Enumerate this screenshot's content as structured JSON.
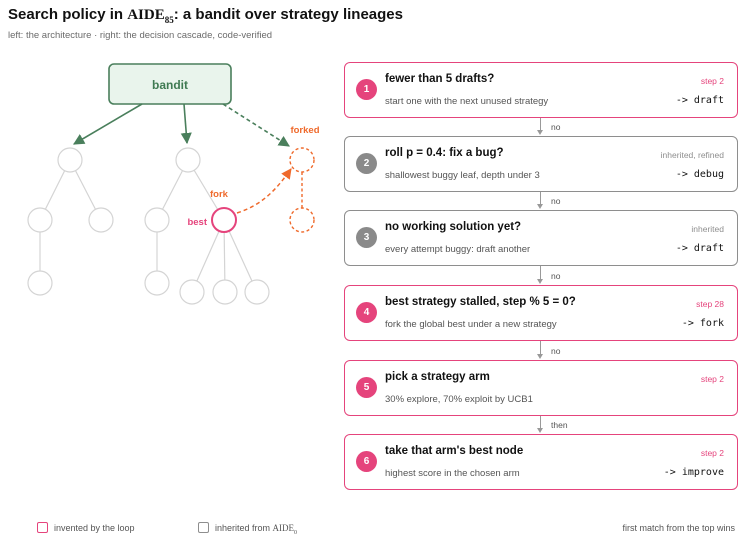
{
  "header": {
    "title_prefix": "Search policy in ",
    "title_system": "AIDE",
    "title_system_sub": "85",
    "title_suffix": ": a bandit over strategy lineages",
    "subtitle": "left: the architecture · right: the decision cascade, code-verified"
  },
  "diagram": {
    "bandit_label": "bandit",
    "forked_label": "forked",
    "fork_label": "fork",
    "best_label": "best"
  },
  "cascade": [
    {
      "num": "1",
      "title": "fewer than 5 drafts?",
      "tag": "step 2",
      "desc": "start one with the next unused strategy",
      "action": "-> draft",
      "kind": "invented"
    },
    {
      "num": "2",
      "title": "roll p = 0.4: fix a bug?",
      "tag": "inherited, refined",
      "desc": "shallowest buggy leaf, depth under 3",
      "action": "-> debug",
      "kind": "inherited"
    },
    {
      "num": "3",
      "title": "no working solution yet?",
      "tag": "inherited",
      "desc": "every attempt buggy: draft another",
      "action": "-> draft",
      "kind": "inherited"
    },
    {
      "num": "4",
      "title": "best strategy stalled, step % 5 = 0?",
      "tag": "step 28",
      "desc": "fork the global best under a new strategy",
      "action": "-> fork",
      "kind": "invented"
    },
    {
      "num": "5",
      "title": "pick a strategy arm",
      "tag": "step 2",
      "desc": "30% explore, 70% exploit by UCB1",
      "action": "",
      "kind": "invented"
    },
    {
      "num": "6",
      "title": "take that arm's best node",
      "tag": "step 2",
      "desc": "highest score in the chosen arm",
      "action": "-> improve",
      "kind": "invented"
    }
  ],
  "connectors": [
    "no",
    "no",
    "no",
    "no",
    "then"
  ],
  "legend": {
    "invented": "invented by the loop",
    "inherited_prefix": "inherited from ",
    "inherited_system": "AIDE",
    "inherited_sub": "0",
    "footnote": "first match from the top wins"
  },
  "colors": {
    "invented": "#e5447c",
    "inherited": "#8e8e8e",
    "bandit_fill": "#e9f4ec",
    "bandit_stroke": "#4a7f5c",
    "fork_orange": "#ef6a2c"
  }
}
